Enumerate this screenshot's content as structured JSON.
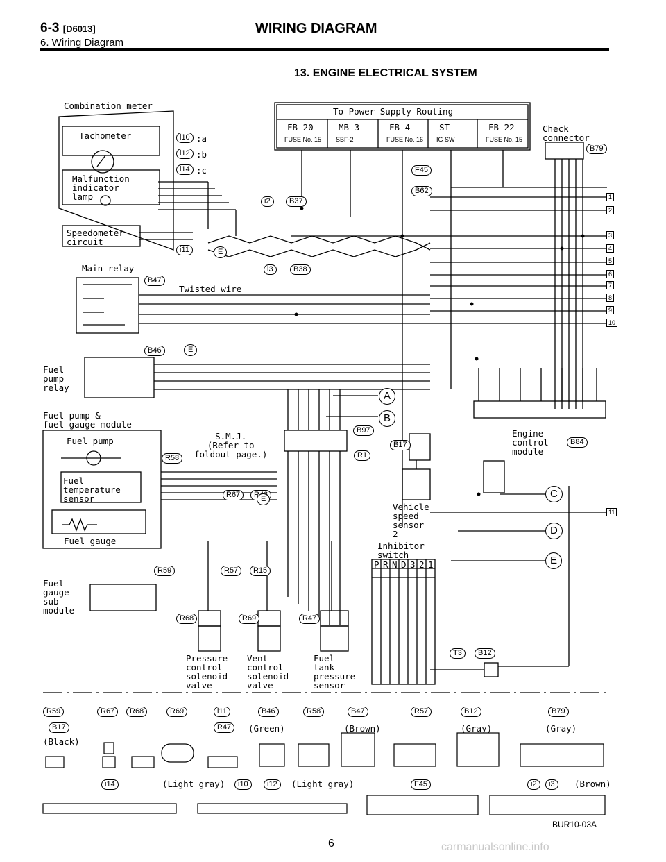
{
  "header": {
    "section_code": "6-3",
    "doc_code": "[D6013]",
    "subsection": "6. Wiring Diagram",
    "title": "WIRING DIAGRAM",
    "section_title": "13. ENGINE ELECTRICAL SYSTEM"
  },
  "power_routing": {
    "title": "To Power Supply Routing",
    "columns": [
      {
        "name": "FB-20",
        "fuse": "FUSE No. 15"
      },
      {
        "name": "MB-3",
        "fuse": "SBF-2"
      },
      {
        "name": "FB-4",
        "fuse": "FUSE No. 16"
      },
      {
        "name": "ST",
        "fuse": "IG SW"
      },
      {
        "name": "FB-22",
        "fuse": "FUSE No. 15"
      }
    ]
  },
  "components": {
    "combination_meter": "Combination meter",
    "tachometer": "Tachometer",
    "malfunction_lamp": "Malfunction\nindicator\nlamp",
    "speedometer": "Speedometer\ncircuit",
    "main_relay": "Main relay",
    "twisted_wire": "Twisted wire",
    "fuel_pump_relay": "Fuel\npump\nrelay",
    "fuel_pump_module": "Fuel pump &\nfuel gauge module",
    "fuel_pump": "Fuel pump",
    "fuel_temp": "Fuel\ntemperature\nsensor",
    "fuel_gauge": "Fuel gauge",
    "fuel_gauge_sub": "Fuel\ngauge\nsub\nmodule",
    "smj": "S.M.J.\n(Refer to\nfoldout page.)",
    "check_connector": "Check\nconnector",
    "ecm": "Engine\ncontrol\nmodule",
    "vss": "Vehicle\nspeed\nsensor\n2",
    "inhibitor": "Inhibitor\nswitch",
    "pressure_valve": "Pressure\ncontrol\nsolenoid\nvalve",
    "vent_valve": "Vent\ncontrol\nsolenoid\nvalve",
    "tank_sensor": "Fuel\ntank\npressure\nsensor"
  },
  "inhibitor_positions": [
    "P",
    "R",
    "N",
    "D",
    "3",
    "2",
    "1"
  ],
  "connector_labels": {
    "i10": "i10",
    "i12": "i12",
    "i14": "i14",
    "i11": "i11",
    "i2": "i2",
    "i3": "i3",
    "B37": "B37",
    "B38": "B38",
    "B47": "B47",
    "B46": "B46",
    "F45": "F45",
    "B62": "B62",
    "B79": "B79",
    "B97": "B97",
    "B17": "B17",
    "R1": "R1",
    "B84": "B84",
    "R58": "R58",
    "R67": "R67",
    "R46": "R46",
    "R59": "R59",
    "R57": "R57",
    "R15": "R15",
    "R68": "R68",
    "R69": "R69",
    "R47": "R47",
    "T3": "T3",
    "B12": "B12",
    "E": "E",
    "suffix_a": ":a",
    "suffix_b": ":b",
    "suffix_c": ":c"
  },
  "callouts": [
    "A",
    "B",
    "C",
    "D",
    "E"
  ],
  "right_edge_numbers": [
    "1",
    "2",
    "3",
    "4",
    "5",
    "6",
    "7",
    "8",
    "9",
    "10",
    "11"
  ],
  "connector_legend": {
    "row1": [
      "R59",
      "R67",
      "R68",
      "R69",
      "i11",
      "B46",
      "R58",
      "B47",
      "R57",
      "B12",
      "B79"
    ],
    "row1_notes": {
      "B46": "(Green)",
      "B47": "(Brown)",
      "B12": "(Gray)",
      "B79": "(Gray)",
      "R47": "R47",
      "B17": "B17",
      "black": "(Black)"
    },
    "row2_notes": [
      "i14",
      "(Light gray)",
      "i10",
      "i12",
      "(Light gray)",
      "F45",
      "i2",
      "i3",
      "(Brown)"
    ]
  },
  "footer": {
    "figure_code": "BUR10-03A",
    "page": "6",
    "watermark": "carmanualsonline.info"
  }
}
